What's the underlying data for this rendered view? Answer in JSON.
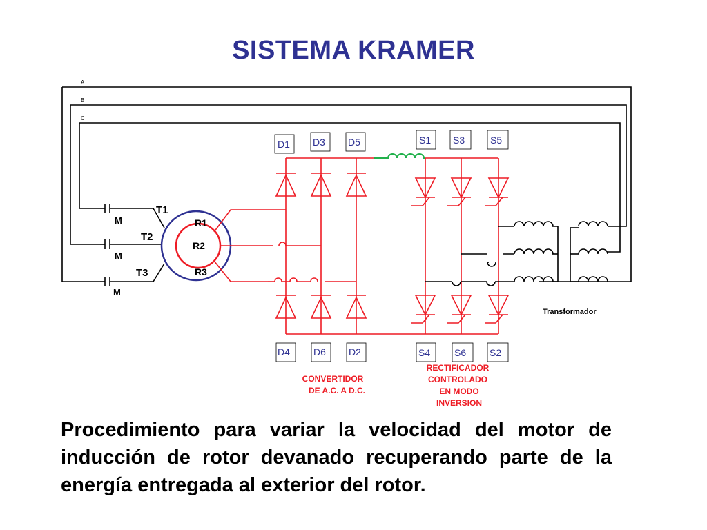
{
  "slide": {
    "title": "SISTEMA KRAMER",
    "caption": "Procedimiento para variar la velocidad del  motor de inducción de rotor devanado recuperando parte de la energía entregada al exterior del rotor."
  },
  "phases": [
    "A",
    "B",
    "C"
  ],
  "motor": {
    "stator_terminals": [
      "T1",
      "T2",
      "T3"
    ],
    "rotor_terminals": [
      "R1",
      "R2",
      "R3"
    ],
    "contactor_labels": [
      "M",
      "M",
      "M"
    ]
  },
  "converter": {
    "diodes_top": [
      "D1",
      "D3",
      "D5"
    ],
    "diodes_bottom": [
      "D4",
      "D6",
      "D2"
    ],
    "label_line1": "CONVERTIDOR",
    "label_line2": "DE A.C. A D.C."
  },
  "inverter": {
    "thyristors_top": [
      "S1",
      "S3",
      "S5"
    ],
    "thyristors_bottom": [
      "S4",
      "S6",
      "S2"
    ],
    "label_line1": "RECTIFICADOR",
    "label_line2": "CONTROLADO",
    "label_line3": "EN MODO",
    "label_line4": "INVERSION"
  },
  "transformer": {
    "label": "Transformador"
  },
  "colors": {
    "title": "#2e3192",
    "power": "#ee1c25",
    "wire": "#000000",
    "motor": "#2e3192",
    "inductor": "#22b14c",
    "device_label": "#2e3192"
  }
}
